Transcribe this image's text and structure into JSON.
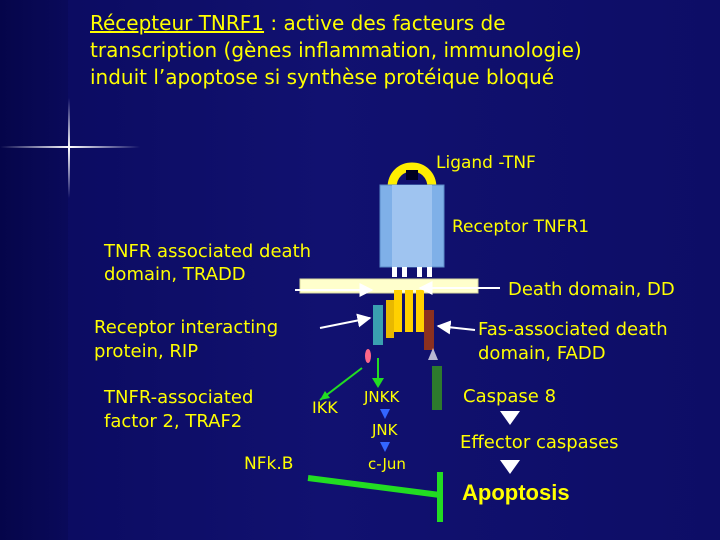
{
  "title": {
    "underlined": "Récepteur TNRF1",
    "line1_rest": " : active des facteurs de",
    "line2": "transcription (gènes inflammation, immunologie)",
    "line3": "induit l’apoptose si synthèse protéique bloqué"
  },
  "labels": {
    "ligand": "Ligand -TNF",
    "receptor": "Receptor TNFR1",
    "tradd_1": "TNFR associated death",
    "tradd_2": "domain, TRADD",
    "death_domain": "Death domain, DD",
    "rip_1": "Receptor interacting",
    "rip_2": "protein, RIP",
    "fadd_1": "Fas-associated death",
    "fadd_2": "domain, FADD",
    "traf2_1": "TNFR-associated",
    "traf2_2": "factor 2, TRAF2",
    "ikk": "IKK",
    "jnkk": "JNKK",
    "jnk": "JNK",
    "cjun": "c-Jun",
    "nfkb": "NFk.B",
    "caspase8": "Caspase 8",
    "effector": "Effector caspases",
    "apoptosis": "Apoptosis"
  },
  "colors": {
    "background": "#0d0d66",
    "text_yellow": "#ffff00",
    "text_white": "#ffffff",
    "receptor_blue": "#7fb0e8",
    "death_domain_yellow": "#ffd000",
    "ligand_yellow": "#ffee00",
    "rip_teal": "#3aa0b0",
    "fadd_brown": "#8b3020",
    "traf2_green": "#2d7a2d",
    "inhibition_green": "#22dd22",
    "arrow_blue": "#3366ff"
  }
}
